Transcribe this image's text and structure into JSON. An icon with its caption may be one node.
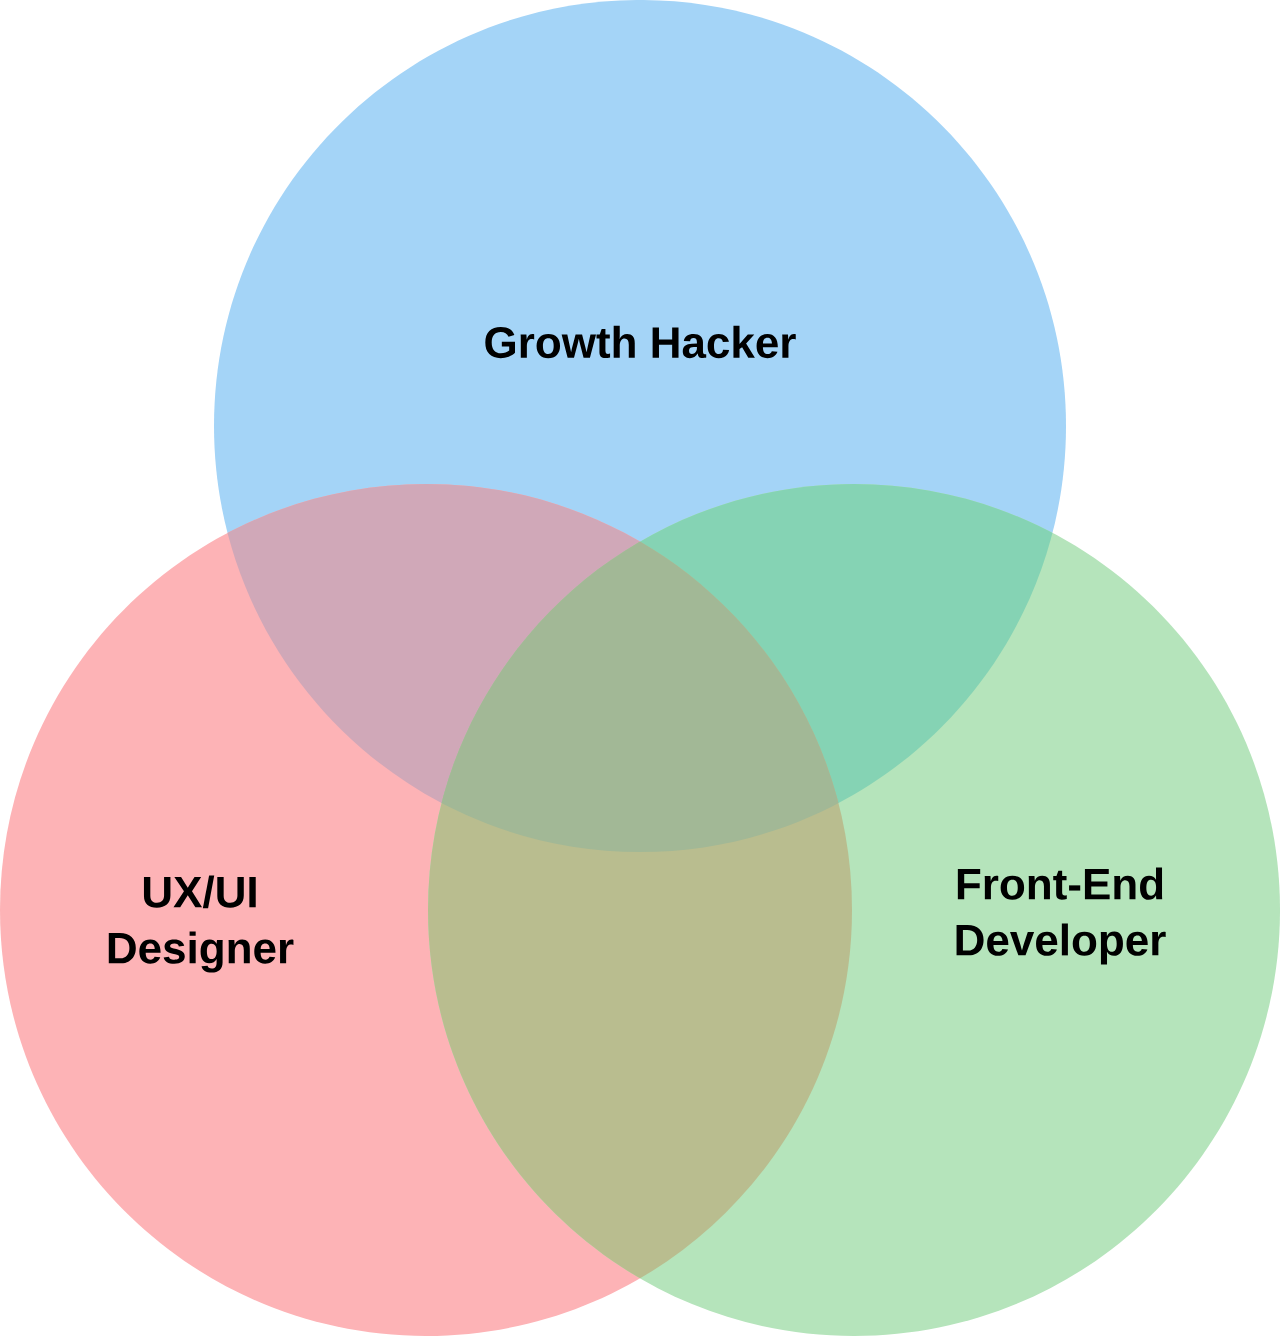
{
  "diagram": {
    "nodes": [
      {
        "text": [
          "Growth Hacker"
        ]
      },
      {
        "text": [
          "UX/UI Designer"
        ]
      },
      {
        "text": [
          "Front-End Developer"
        ]
      }
    ]
  }
}
